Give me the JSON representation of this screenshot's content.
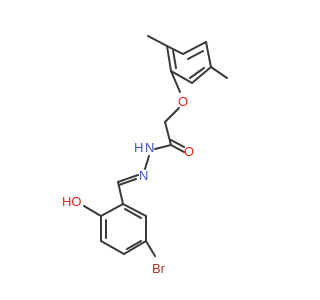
{
  "molecule": {
    "atom_labels": {
      "ether_o": "O",
      "carbonyl_o": "O",
      "amide_nh": "H",
      "amide_n": "N",
      "imine_n": "N",
      "hydroxyl": "HO",
      "bromine": "Br"
    },
    "colors": {
      "bond": "#3a3a3a",
      "oxygen": "#e8231b",
      "nitrogen": "#3f52d9",
      "bromine": "#a33a22"
    }
  }
}
